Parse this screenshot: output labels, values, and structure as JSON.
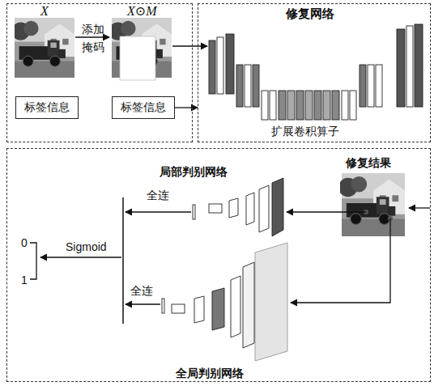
{
  "diagram": {
    "nodes": [
      {
        "text": [
          "X",
          "添加掩码",
          "X⊙M"
        ]
      },
      {
        "text": [
          "标签信息"
        ],
        "in": 0
      },
      {
        "text": [
          "标签信息"
        ],
        "in": 0
      },
      {
        "text": [
          "修复网络",
          "扩展卷积算子"
        ]
      },
      {
        "text": [
          "修复结果",
          "局部判别网络",
          "全连",
          "Sigmoid",
          "0",
          "1",
          "全连",
          "全局判别网络"
        ]
      }
    ],
    "edges": [
      {
        "from": 2,
        "to": 3,
        "arrow": "to"
      }
    ]
  }
}
